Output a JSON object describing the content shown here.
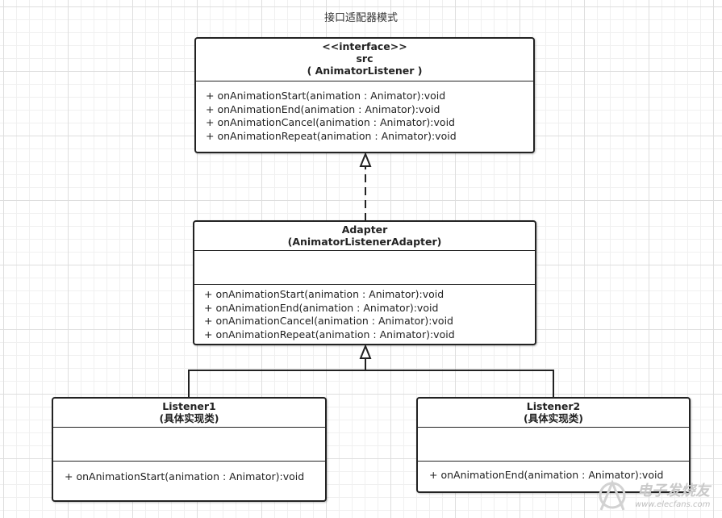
{
  "title": "接口适配器模式",
  "interface_box": {
    "stereotype": "<<interface>>",
    "name": "src",
    "subtitle": "( AnimatorListener )",
    "operations": [
      "+ onAnimationStart(animation : Animator):void",
      "+ onAnimationEnd(animation : Animator):void",
      "+ onAnimationCancel(animation : Animator):void",
      "+ onAnimationRepeat(animation : Animator):void"
    ]
  },
  "adapter_box": {
    "name": "Adapter",
    "subtitle": "(AnimatorListenerAdapter)",
    "operations": [
      " + onAnimationStart(animation : Animator):void",
      "+ onAnimationEnd(animation : Animator):void",
      "+ onAnimationCancel(animation : Animator):void",
      "+ onAnimationRepeat(animation : Animator):void"
    ]
  },
  "listener1_box": {
    "name": "Listener1",
    "subtitle": "(具体实现类)",
    "operations": [
      "+ onAnimationStart(animation : Animator):void"
    ]
  },
  "listener2_box": {
    "name": "Listener2",
    "subtitle": "(具体实现类)",
    "operations": [
      "+ onAnimationEnd(animation : Animator):void"
    ]
  },
  "watermark": {
    "text_cn": "电子发烧友",
    "text_url": "www.elecfans.com"
  }
}
